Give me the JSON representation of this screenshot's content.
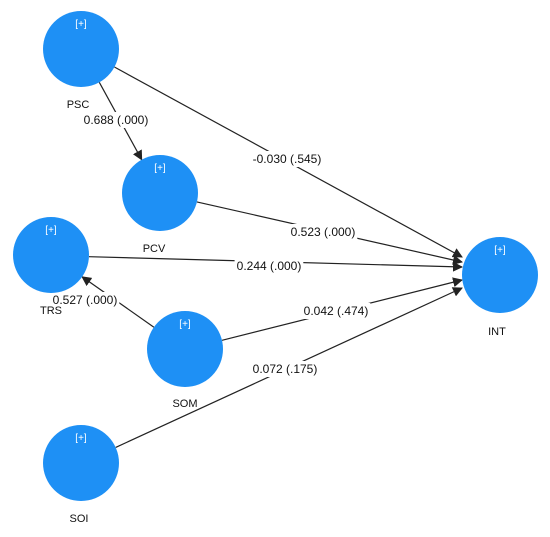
{
  "diagram": {
    "nodes": [
      {
        "id": "PSC",
        "label": "PSC",
        "toggle": "[+]"
      },
      {
        "id": "PCV",
        "label": "PCV",
        "toggle": "[+]"
      },
      {
        "id": "TRS",
        "label": "TRS",
        "toggle": "[+]"
      },
      {
        "id": "SOM",
        "label": "SOM",
        "toggle": "[+]"
      },
      {
        "id": "SOI",
        "label": "SOI",
        "toggle": "[+]"
      },
      {
        "id": "INT",
        "label": "INT",
        "toggle": "[+]"
      }
    ],
    "edges": [
      {
        "from": "PSC",
        "to": "PCV",
        "label": "0.688 (.000)"
      },
      {
        "from": "PSC",
        "to": "INT",
        "label": "-0.030 (.545)"
      },
      {
        "from": "PCV",
        "to": "INT",
        "label": "0.523 (.000)"
      },
      {
        "from": "TRS",
        "to": "INT",
        "label": "0.244 (.000)"
      },
      {
        "from": "SOM",
        "to": "TRS",
        "label": "0.527 (.000)"
      },
      {
        "from": "SOM",
        "to": "INT",
        "label": "0.042 (.474)"
      },
      {
        "from": "SOI",
        "to": "INT",
        "label": "0.072 (.175)"
      }
    ],
    "colors": {
      "node_fill": "#1e90f5",
      "node_toggle_text": "#ffffff",
      "edge": "#222222",
      "text": "#111111"
    }
  }
}
